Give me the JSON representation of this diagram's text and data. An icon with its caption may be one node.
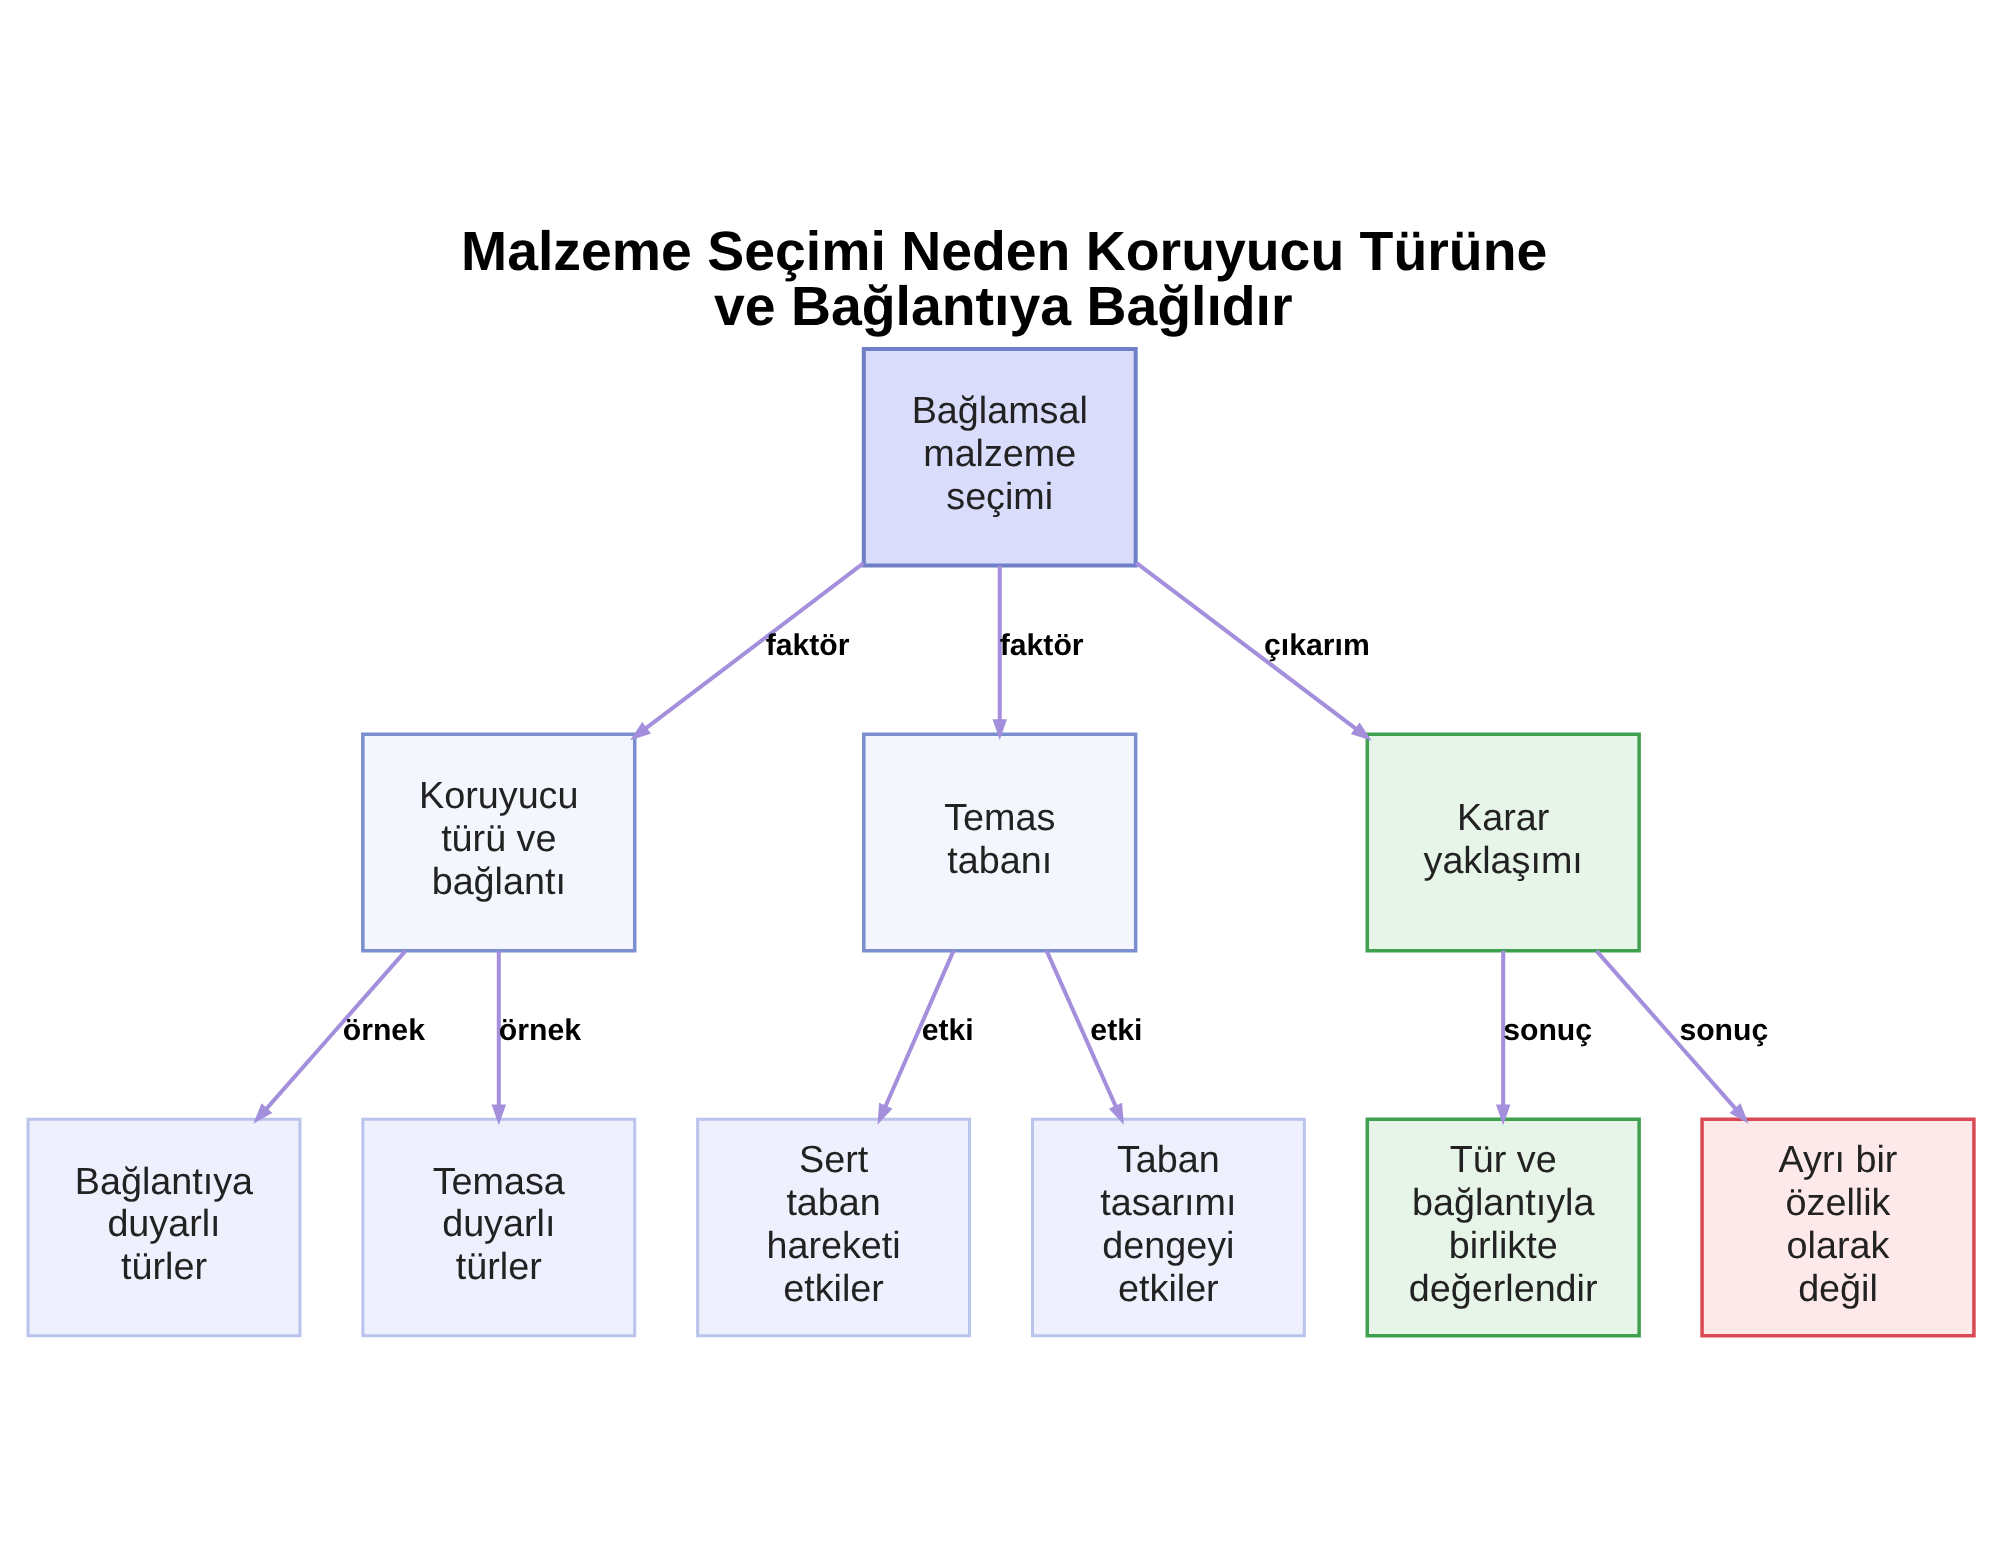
{
  "diagram": {
    "title": "Malzeme Seçimi Neden Koruyucu Türüne ve Bağlantıya Bağlıdır",
    "nodes": [
      {
        "text": [
          "Bağlamsal malzeme seçimi"
        ]
      },
      {
        "text": [
          "Koruyucu türü ve bağlantı"
        ]
      },
      {
        "text": [
          "Temas tabanı"
        ]
      },
      {
        "text": [
          "Karar yaklaşımı"
        ]
      },
      {
        "text": [
          "Bağlantıya duyarlı türler"
        ]
      },
      {
        "text": [
          "Temasa duyarlı türler"
        ]
      },
      {
        "text": [
          "Sert taban hareketi etkiler"
        ]
      },
      {
        "text": [
          "Taban tasarımı dengeyi etkiler"
        ]
      },
      {
        "text": [
          "Tür ve bağlantıyla birlikte değerlendir"
        ]
      },
      {
        "text": [
          "Ayrı bir özellik olarak değil"
        ]
      }
    ],
    "edges": [
      {
        "from": 0,
        "to": 1,
        "arrow": "to",
        "label": "faktör"
      },
      {
        "from": 0,
        "to": 2,
        "arrow": "to",
        "label": "faktör"
      },
      {
        "from": 0,
        "to": 3,
        "arrow": "to",
        "label": "çıkarım"
      },
      {
        "from": 1,
        "to": 4,
        "arrow": "to",
        "label": "örnek"
      },
      {
        "from": 1,
        "to": 5,
        "arrow": "to",
        "label": "örnek"
      },
      {
        "from": 2,
        "to": 6,
        "arrow": "to",
        "label": "etki"
      },
      {
        "from": 2,
        "to": 7,
        "arrow": "to",
        "label": "etki"
      },
      {
        "from": 3,
        "to": 8,
        "arrow": "to",
        "label": "sonuç"
      },
      {
        "from": 3,
        "to": 9,
        "arrow": "to",
        "label": "sonuç"
      }
    ]
  }
}
